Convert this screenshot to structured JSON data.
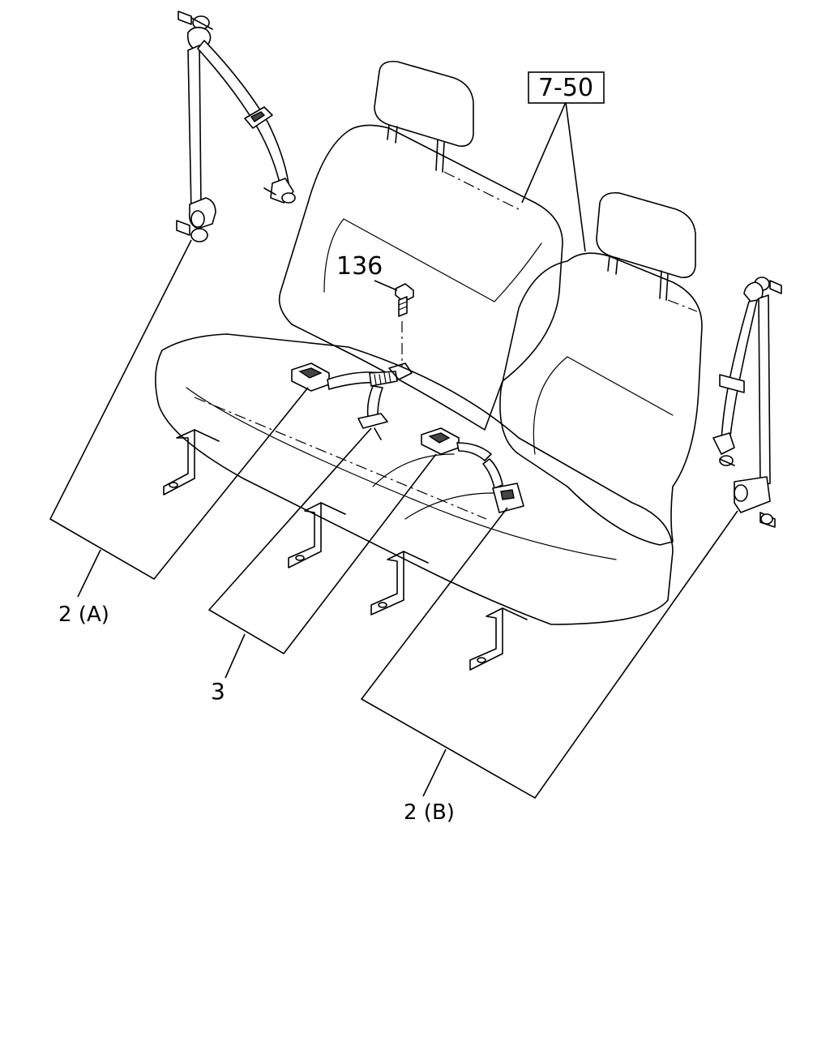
{
  "callouts": {
    "seat_ref": "7-50",
    "bolt": "136",
    "belt_a": "2 (A)",
    "buckle": "3",
    "belt_b": "2 (B)"
  }
}
